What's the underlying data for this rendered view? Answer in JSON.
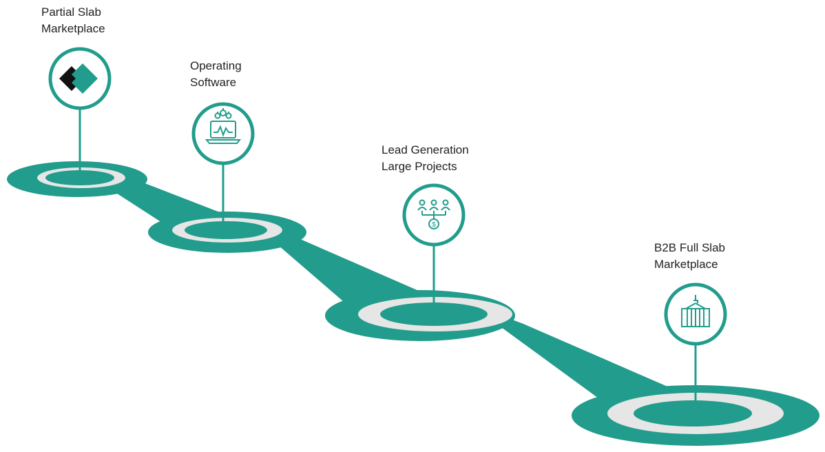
{
  "colors": {
    "teal": "#229c8c",
    "ring": "#e6e6e6",
    "white": "#ffffff",
    "text": "#222222",
    "dark": "#111111"
  },
  "milestones": [
    {
      "title_line1": "Partial Slab",
      "title_line2": "Marketplace",
      "icon": "diamond-logo-icon"
    },
    {
      "title_line1": "Operating",
      "title_line2": "Software",
      "icon": "laptop-gears-icon"
    },
    {
      "title_line1": "Lead Generation",
      "title_line2": "Large Projects",
      "icon": "people-network-dollar-icon"
    },
    {
      "title_line1": "B2B Full Slab",
      "title_line2": "Marketplace",
      "icon": "shipping-container-crane-icon"
    }
  ]
}
